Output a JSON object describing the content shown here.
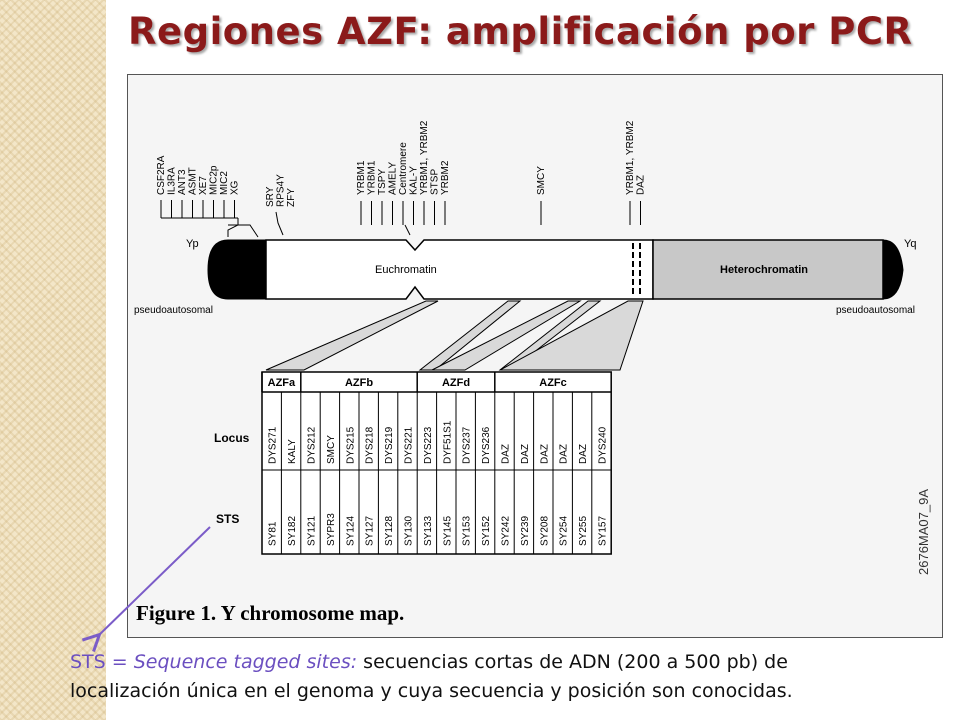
{
  "slide": {
    "title": "Regiones AZF: amplificación por PCR"
  },
  "figure": {
    "caption": "Figure 1. Y chromosome map.",
    "code": "2676MA07_9A",
    "arm_left": "Yp",
    "arm_right": "Yq",
    "pseudo_left": "pseudoautosomal",
    "pseudo_right": "pseudoautosomal",
    "euchromatin": "Euchromatin",
    "heterochromatin": "Heterochromatin",
    "genes_group1": [
      "CSF2RA",
      "IL3RA",
      "ANT3",
      "ASMT",
      "XE7",
      "MIC2p",
      "MIC2",
      "XG"
    ],
    "genes_group2": [
      "SRY",
      "RPS4Y",
      "ZFY"
    ],
    "genes_group3": [
      "YRBM1",
      "YRBM1",
      "TSPY",
      "AMELY",
      "Centromere",
      "KAL-Y",
      "YRBM1, YRBM2",
      "STSP",
      "YRBM2"
    ],
    "gene_smcy": "SMCY",
    "genes_group4": [
      "YRBM1, YRBM2",
      "DAZ"
    ],
    "regions": [
      "AZFa",
      "AZFb",
      "AZFd",
      "AZFc"
    ],
    "row_locus": "Locus",
    "row_sts": "STS",
    "loci": [
      "DYS271",
      "KALY",
      "DYS212",
      "SMCY",
      "DYS215",
      "DYS218",
      "DYS219",
      "DYS221",
      "DYS223",
      "DYF51S1",
      "DYS237",
      "DYS236",
      "DAZ",
      "DAZ",
      "DAZ",
      "DAZ",
      "DAZ",
      "DYS240"
    ],
    "sts": [
      "SY81",
      "SY182",
      "SY121",
      "SYPR3",
      "SY124",
      "SY127",
      "SY128",
      "SY130",
      "SY133",
      "SY145",
      "SY153",
      "SY152",
      "SY242",
      "SY239",
      "SY208",
      "SY254",
      "SY255",
      "SY157"
    ]
  },
  "caption": {
    "term": "STS = ",
    "definition": "Sequence tagged sites:",
    "text_line1": " secuencias cortas de ADN (200 a 500 pb) de",
    "text_line2": "localización única en el genoma y cuya secuencia y posición son conocidas."
  },
  "colors": {
    "title": "#8b1a1a",
    "arrow": "#7b5cc8",
    "caption_term": "#6b4fc0"
  }
}
